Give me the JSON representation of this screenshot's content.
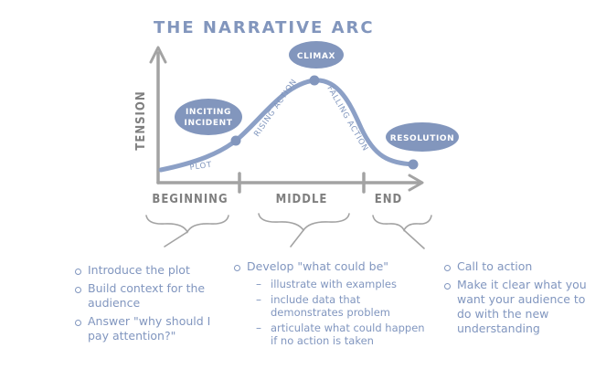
{
  "title": "THE NARRATIVE ARC",
  "y_axis_label": "TENSION",
  "acts": [
    "BEGINNING",
    "MIDDLE",
    "END"
  ],
  "bubbles": {
    "inciting_line1": "INCITING",
    "inciting_line2": "INCIDENT",
    "climax": "CLIMAX",
    "resolution": "RESOLUTION"
  },
  "curve_labels": {
    "plot": "PLOT",
    "rising": "RISING ACTION",
    "falling": "FALLING ACTION"
  },
  "columns": {
    "beginning": [
      "Introduce the plot",
      "Build context for the audience",
      "Answer \"why should I pay attention?\""
    ],
    "middle_head": "Develop \"what could be\"",
    "middle_sub": [
      "illustrate with examples",
      "include data that demonstrates problem",
      "articulate what could happen if no action is taken"
    ],
    "end": [
      "Call to action",
      "Make it clear what you want your audience to do with the new understanding"
    ]
  },
  "colors": {
    "curve": "#8ca0c6",
    "bubble": "#8296bd",
    "axis": "#a3a3a3",
    "text": "#8196bf"
  }
}
